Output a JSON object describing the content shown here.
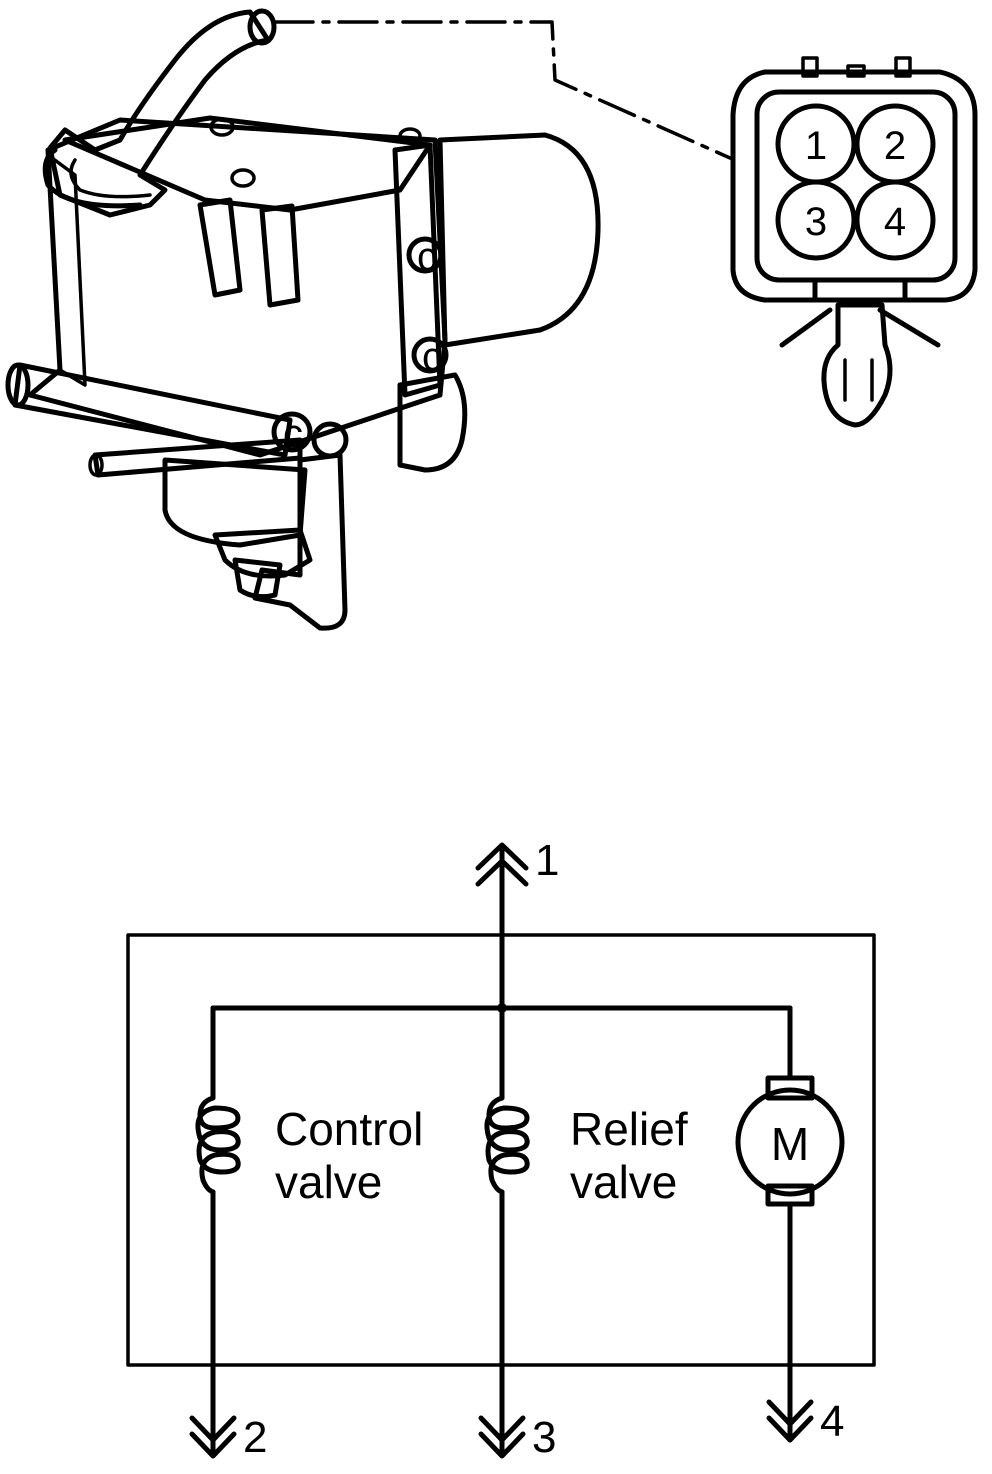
{
  "connector": {
    "pins": [
      "1",
      "2",
      "3",
      "4"
    ]
  },
  "schematic": {
    "terminals": {
      "t1": "1",
      "t2": "2",
      "t3": "3",
      "t4": "4"
    },
    "control_valve": {
      "line1": "Control",
      "line2": "valve"
    },
    "relief_valve": {
      "line1": "Relief",
      "line2": "valve"
    },
    "motor_symbol": "M"
  },
  "colors": {
    "ink": "#000000",
    "paper": "#ffffff",
    "shading": "#7a7a7a"
  }
}
